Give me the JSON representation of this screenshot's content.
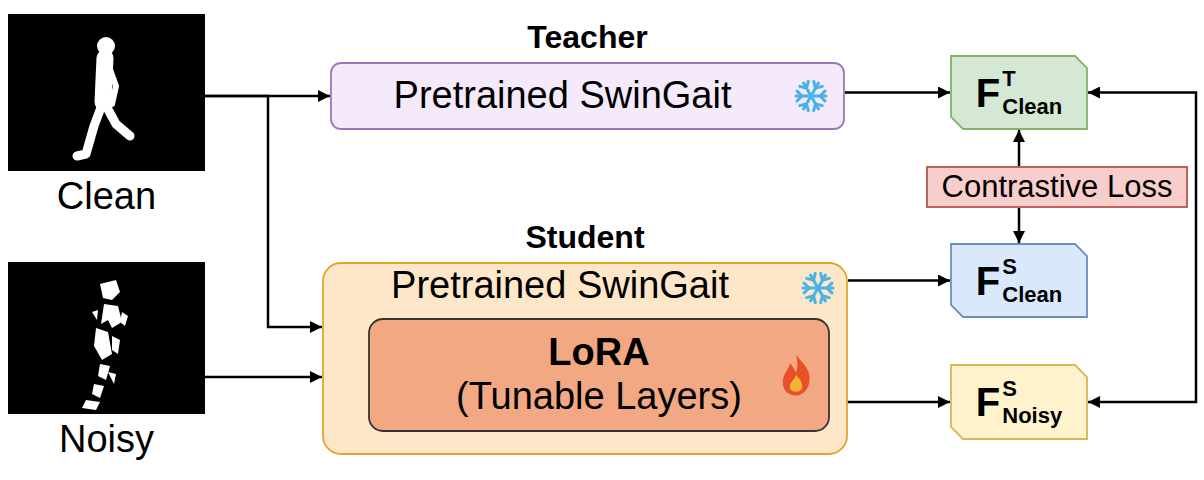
{
  "diagram": {
    "nodes": [
      {
        "text": [
          "Clean"
        ]
      },
      {
        "text": [
          "Noisy"
        ]
      },
      {
        "text": [
          "Teacher",
          "Pretrained SwinGait"
        ]
      },
      {
        "text": [
          "Student",
          "Pretrained SwinGait"
        ]
      },
      {
        "text": [
          "LoRA",
          "(Tunable Layers)"
        ],
        "in": 3
      },
      {
        "text": [
          "F",
          "T",
          "Clean"
        ]
      },
      {
        "text": [
          "Contrastive Loss"
        ]
      },
      {
        "text": [
          "F",
          "S",
          "Clean"
        ]
      },
      {
        "text": [
          "F",
          "S",
          "Noisy"
        ]
      }
    ],
    "edges": [
      {
        "from": 0,
        "to": 2,
        "arrow": "to"
      },
      {
        "from": 0,
        "to": 3,
        "arrow": "to"
      },
      {
        "from": 1,
        "to": 3,
        "arrow": "to"
      },
      {
        "from": 2,
        "to": 5,
        "arrow": "to"
      },
      {
        "from": 3,
        "to": 7,
        "arrow": "to"
      },
      {
        "from": 4,
        "to": 8,
        "arrow": "to"
      },
      {
        "from": 6,
        "to": 5,
        "arrow": "to"
      },
      {
        "from": 6,
        "to": 7,
        "arrow": "to"
      },
      {
        "from": 8,
        "to": 5,
        "arrow": "both"
      }
    ]
  }
}
